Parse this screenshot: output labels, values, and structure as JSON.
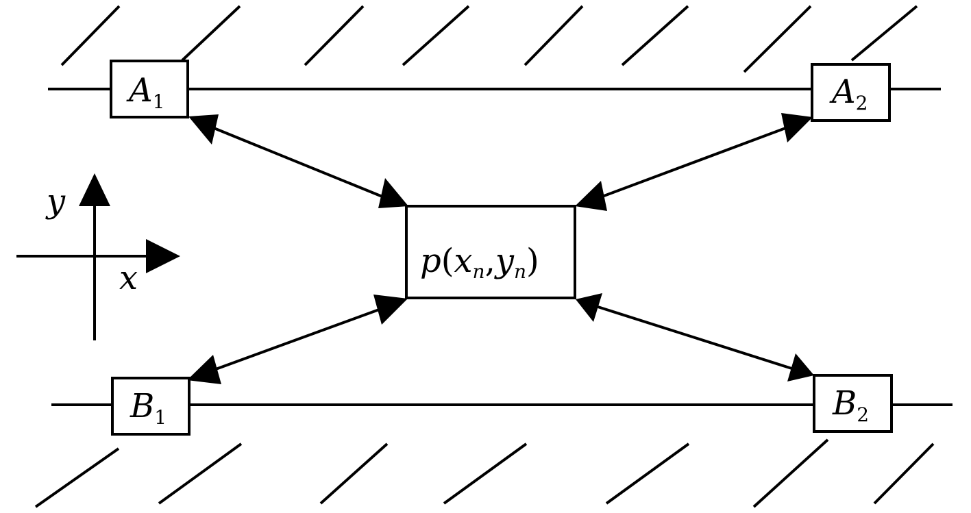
{
  "nodes": {
    "A1": {
      "letter": "A",
      "sub": "1"
    },
    "A2": {
      "letter": "A",
      "sub": "2"
    },
    "B1": {
      "letter": "B",
      "sub": "1"
    },
    "B2": {
      "letter": "B",
      "sub": "2"
    },
    "point": {
      "fn": "p",
      "open": "(",
      "x": "x",
      "x_sub": "n",
      "comma": ",",
      "y": "y",
      "y_sub": "n",
      "close": ")"
    }
  },
  "axes": {
    "x_label": "x",
    "y_label": "y"
  },
  "connections": [
    {
      "from": "point",
      "to": "A1",
      "bidirectional": true
    },
    {
      "from": "point",
      "to": "A2",
      "bidirectional": true
    },
    {
      "from": "point",
      "to": "B1",
      "bidirectional": true
    },
    {
      "from": "point",
      "to": "B2",
      "bidirectional": true
    }
  ]
}
